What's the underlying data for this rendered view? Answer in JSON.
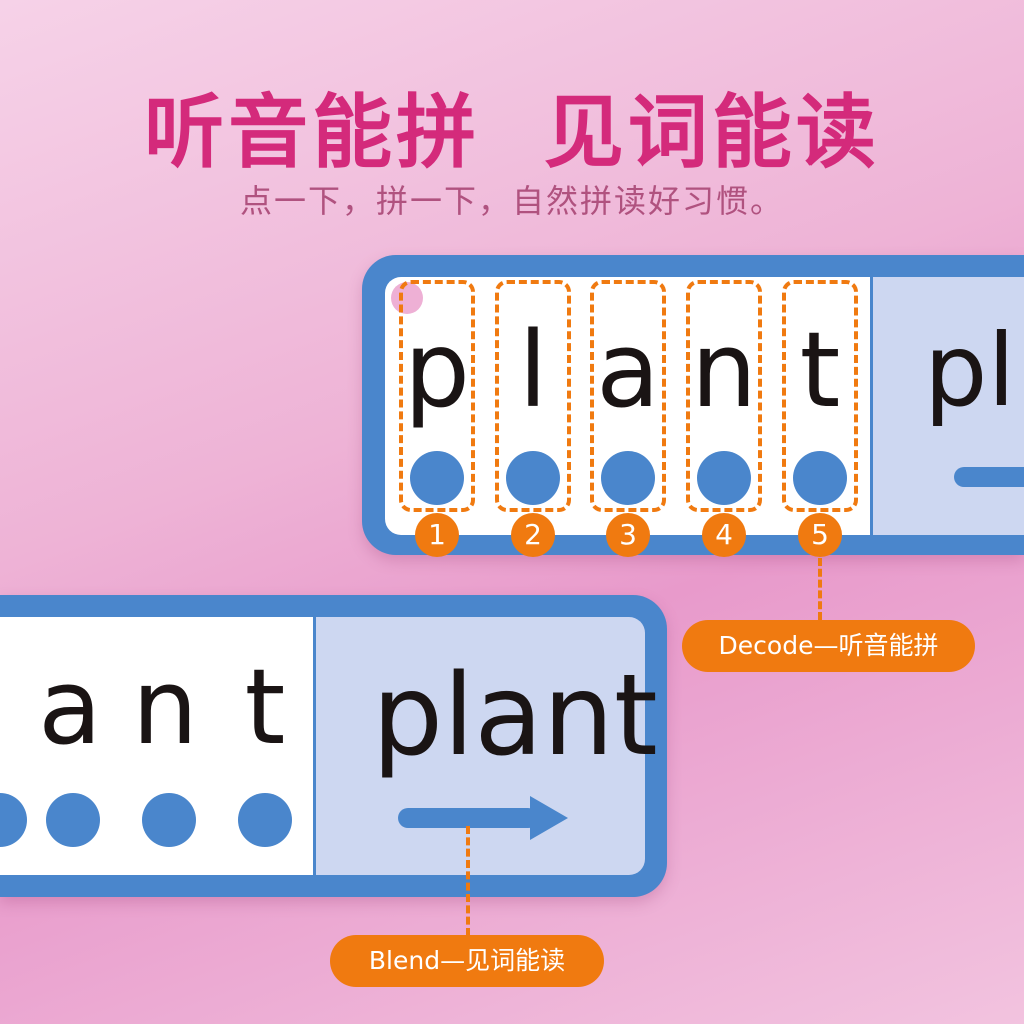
{
  "header": {
    "title": "听音能拼  见词能读",
    "subtitle": "点一下，拼一下，自然拼读好习惯。"
  },
  "top_card": {
    "letters": [
      "p",
      "l",
      "a",
      "n",
      "t"
    ],
    "numbers": [
      "1",
      "2",
      "3",
      "4",
      "5"
    ],
    "word_partial": "pl"
  },
  "bottom_card": {
    "letters": [
      "a",
      "n",
      "t"
    ],
    "word": "plant"
  },
  "callouts": {
    "decode": "Decode—听音能拼",
    "blend": "Blend—见词能读"
  },
  "colors": {
    "title": "#d42a7b",
    "card_blue": "#4a86cc",
    "orange": "#f07a10",
    "panel": "#cdd7f1"
  }
}
